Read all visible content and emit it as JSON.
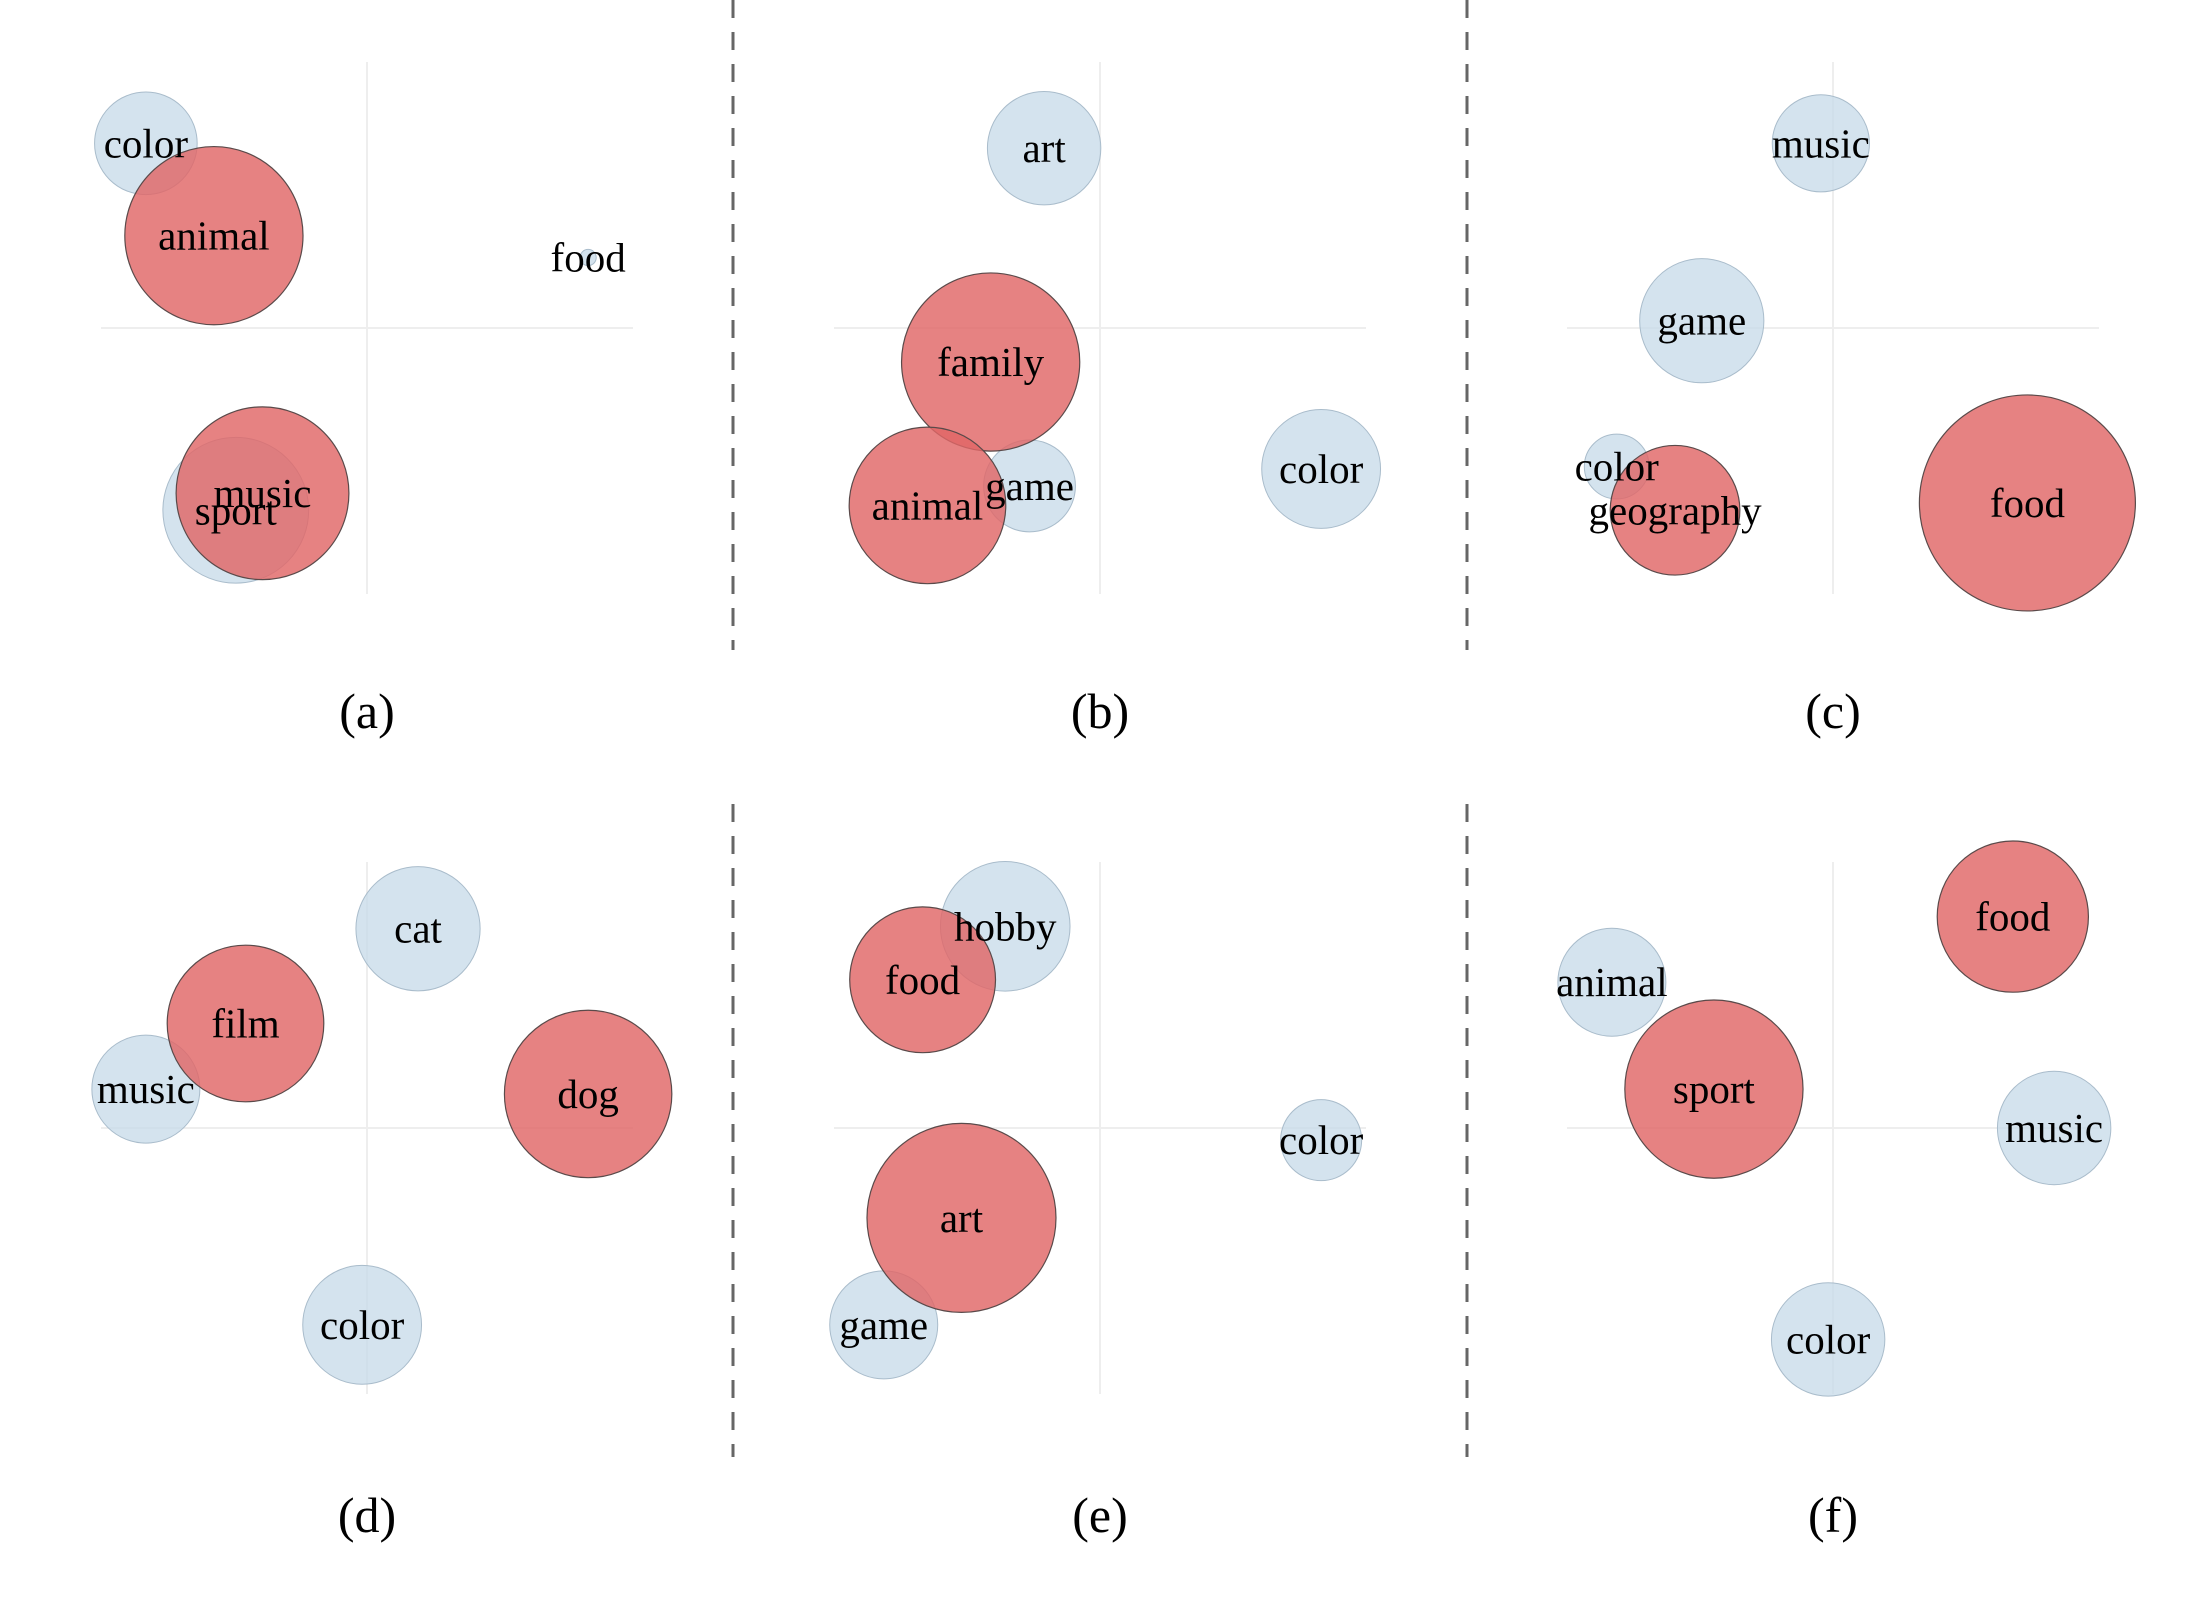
{
  "colors": {
    "highlight": "#e06666",
    "normal": "#c6d9e8",
    "highlight_stroke": "#5a4a4a",
    "normal_stroke": "#a9bccb",
    "axis": "#eeeeee",
    "divider": "#666666"
  },
  "chart_data": [
    {
      "type": "scatter",
      "caption": "(a)",
      "xlim": [
        -1,
        1
      ],
      "ylim": [
        -1,
        1
      ],
      "grid": false,
      "points": [
        {
          "label": "color",
          "x": -0.91,
          "y": 0.76,
          "size": 0.19,
          "highlight": false
        },
        {
          "label": "animal",
          "x": -0.63,
          "y": 0.38,
          "size": 0.33,
          "highlight": true
        },
        {
          "label": "food",
          "x": 0.91,
          "y": 0.29,
          "size": 0.03,
          "highlight": false
        },
        {
          "label": "music",
          "x": -0.43,
          "y": -0.68,
          "size": 0.32,
          "highlight": true
        },
        {
          "label": "sport",
          "x": -0.54,
          "y": -0.75,
          "size": 0.27,
          "highlight": false
        }
      ]
    },
    {
      "type": "scatter",
      "caption": "(b)",
      "xlim": [
        -1,
        1
      ],
      "ylim": [
        -1,
        1
      ],
      "grid": false,
      "points": [
        {
          "label": "art",
          "x": -0.23,
          "y": 0.74,
          "size": 0.21,
          "highlight": false
        },
        {
          "label": "family",
          "x": -0.45,
          "y": -0.14,
          "size": 0.33,
          "highlight": true
        },
        {
          "label": "animal",
          "x": -0.71,
          "y": -0.73,
          "size": 0.29,
          "highlight": true
        },
        {
          "label": "game",
          "x": -0.29,
          "y": -0.65,
          "size": 0.17,
          "highlight": false
        },
        {
          "label": "color",
          "x": 0.91,
          "y": -0.58,
          "size": 0.22,
          "highlight": false
        }
      ]
    },
    {
      "type": "scatter",
      "caption": "(c)",
      "xlim": [
        -1,
        1
      ],
      "ylim": [
        -1,
        1
      ],
      "grid": false,
      "points": [
        {
          "label": "music",
          "x": -0.05,
          "y": 0.76,
          "size": 0.18,
          "highlight": false
        },
        {
          "label": "game",
          "x": -0.54,
          "y": 0.03,
          "size": 0.23,
          "highlight": false
        },
        {
          "label": "color",
          "x": -0.89,
          "y": -0.57,
          "size": 0.12,
          "highlight": false
        },
        {
          "label": "geography",
          "x": -0.65,
          "y": -0.75,
          "size": 0.24,
          "highlight": true
        },
        {
          "label": "food",
          "x": 0.8,
          "y": -0.72,
          "size": 0.4,
          "highlight": true
        }
      ]
    },
    {
      "type": "scatter",
      "caption": "(d)",
      "xlim": [
        -1,
        1
      ],
      "ylim": [
        -1,
        1
      ],
      "grid": false,
      "points": [
        {
          "label": "cat",
          "x": 0.21,
          "y": 0.82,
          "size": 0.23,
          "highlight": false
        },
        {
          "label": "film",
          "x": -0.5,
          "y": 0.43,
          "size": 0.29,
          "highlight": true
        },
        {
          "label": "music",
          "x": -0.91,
          "y": 0.16,
          "size": 0.2,
          "highlight": false
        },
        {
          "label": "dog",
          "x": 0.91,
          "y": 0.14,
          "size": 0.31,
          "highlight": true
        },
        {
          "label": "color",
          "x": -0.02,
          "y": -0.81,
          "size": 0.22,
          "highlight": false
        }
      ]
    },
    {
      "type": "scatter",
      "caption": "(e)",
      "xlim": [
        -1,
        1
      ],
      "ylim": [
        -1,
        1
      ],
      "grid": false,
      "points": [
        {
          "label": "hobby",
          "x": -0.39,
          "y": 0.83,
          "size": 0.24,
          "highlight": false
        },
        {
          "label": "food",
          "x": -0.73,
          "y": 0.61,
          "size": 0.27,
          "highlight": true
        },
        {
          "label": "color",
          "x": 0.91,
          "y": -0.05,
          "size": 0.15,
          "highlight": false
        },
        {
          "label": "art",
          "x": -0.57,
          "y": -0.37,
          "size": 0.35,
          "highlight": true
        },
        {
          "label": "game",
          "x": -0.89,
          "y": -0.81,
          "size": 0.2,
          "highlight": false
        }
      ]
    },
    {
      "type": "scatter",
      "caption": "(f)",
      "xlim": [
        -1,
        1
      ],
      "ylim": [
        -1,
        1
      ],
      "grid": false,
      "points": [
        {
          "label": "food",
          "x": 0.74,
          "y": 0.87,
          "size": 0.28,
          "highlight": true
        },
        {
          "label": "animal",
          "x": -0.91,
          "y": 0.6,
          "size": 0.2,
          "highlight": false
        },
        {
          "label": "sport",
          "x": -0.49,
          "y": 0.16,
          "size": 0.33,
          "highlight": true
        },
        {
          "label": "music",
          "x": 0.91,
          "y": 0.0,
          "size": 0.21,
          "highlight": false
        },
        {
          "label": "color",
          "x": -0.02,
          "y": -0.87,
          "size": 0.21,
          "highlight": false
        }
      ]
    }
  ]
}
